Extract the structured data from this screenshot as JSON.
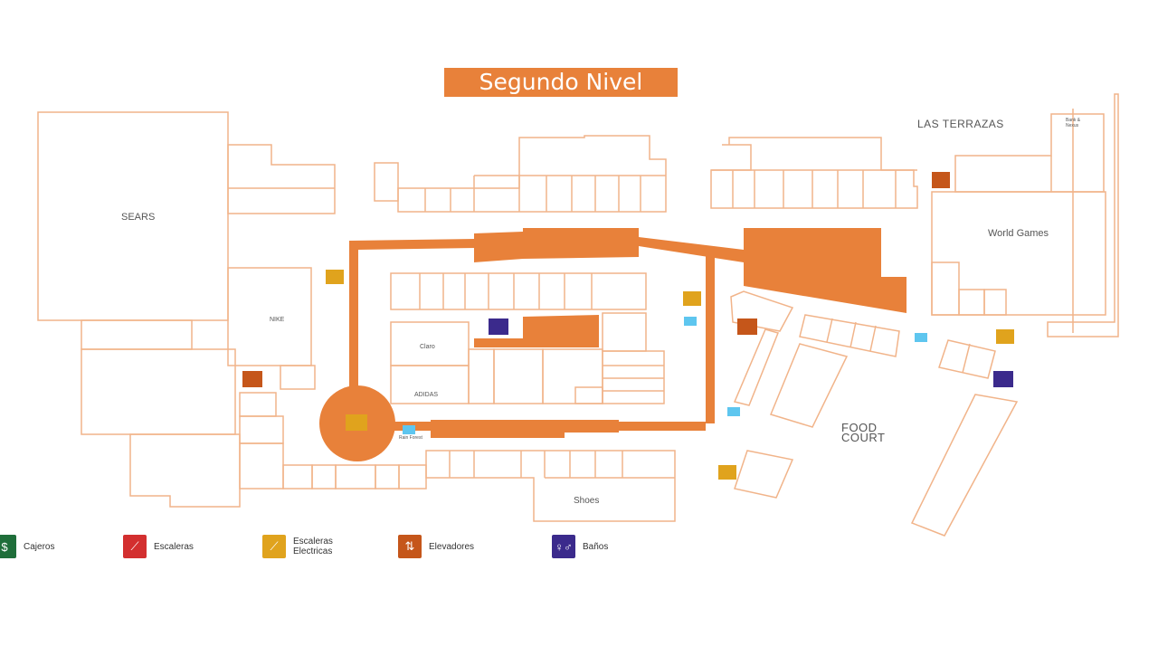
{
  "title": "Segundo Nivel",
  "areas": {
    "sears": "SEARS",
    "las_terrazas": "LAS TERRAZAS",
    "world_games": "World Games",
    "food_court_line1": "FOOD",
    "food_court_line2": "COURT",
    "shoes": "Shoes",
    "nike": "NIKE",
    "adidas": "ADIDAS",
    "claro": "Claro",
    "rain_forest": "Rain Forest",
    "bank": "Bank &\nNexus"
  },
  "legend": [
    {
      "label": "Cajeros",
      "icon": "atm-icon",
      "color": "#1f6e3a"
    },
    {
      "label": "Escaleras",
      "icon": "stairs-icon",
      "color": "#d32f2f"
    },
    {
      "label": "Escaleras Electricas",
      "icon": "escalator-icon",
      "color": "#e0a31d"
    },
    {
      "label": "Elevadores",
      "icon": "elevator-icon",
      "color": "#c5561a"
    },
    {
      "label": "Baños",
      "icon": "restroom-icon",
      "color": "#3b2a8c"
    }
  ],
  "colors": {
    "outline": "#f1b48a",
    "accent": "#e8813a",
    "escalator": "#e0a31d",
    "elevator": "#c5561a",
    "restroom": "#3b2a8c",
    "atm": "#1f6e3a",
    "info": "#5ec6ef"
  }
}
